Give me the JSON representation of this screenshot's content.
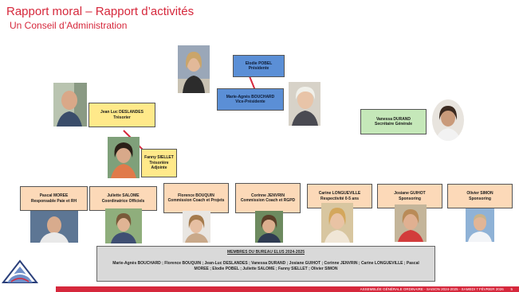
{
  "slide": {
    "title": "Rapport moral – Rapport d’activités",
    "subtitle": "Un Conseil d’Administration"
  },
  "people": {
    "president": {
      "name": "Elodie POBEL",
      "role": "Présidente"
    },
    "vice_president": {
      "name": "Marie-Agnès BOUCHARD",
      "role": "Vice-Présidente"
    },
    "treasurer": {
      "name": "Jean Luc DESLANDES",
      "role": "Trésorier"
    },
    "deputy_treasurer": {
      "name": "Fanny SIELLET",
      "role": "Trésorière Adjointe"
    },
    "secretary": {
      "name": "Vanessa DURAND",
      "role": "Secrétaire Générale"
    },
    "bottom_row": [
      {
        "name": "Pascal MOREE",
        "role": "Responsable Paie et RH"
      },
      {
        "name": "Juliette SALOME",
        "role": "Coordinatrice Officiels"
      },
      {
        "name": "Florence BOUQUIN",
        "role": "Commission Coach et Projets"
      },
      {
        "name": "Corinne JENVRIN",
        "role": "Commission Coach et RGPD"
      },
      {
        "name": "Carine LONGUEVILLE",
        "role": "Respectivité 0-5 ans"
      },
      {
        "name": "Josiane GUIHOT",
        "role": "Sponsoring"
      },
      {
        "name": "Olivier SIMON",
        "role": "Sponsoring"
      }
    ]
  },
  "members_box": {
    "heading": "MEMBRES DU BUREAU ELUS 2024-2025",
    "text": "Marie-Agnès BOUCHARD ; Florence BOUQUIN ; Jean-Luc DESLANDES ; Vanessa DURAND ; Josiane GUIHOT ; Corinne JENVRIN ; Carine LONGUEVILLE ; Pascal MOREE ; Elodie POBEL ; Juliette SALOME ; Fanny SIELLET ; Olivier SIMON"
  },
  "footer": {
    "text": "ASSEMBLÉE GÉNÉRALE ORDINAIRE - SAISON 2024-2025 - SAMEDI 7 FÉVRIER 2026",
    "page": "5"
  },
  "colors": {
    "accent": "#d6283c",
    "box_blue": "#5b8fd6",
    "box_yellow": "#ffe98a",
    "box_green": "#c5e8b9",
    "box_orange": "#fcd9b8"
  },
  "icons": [
    "club-logo-icon"
  ]
}
